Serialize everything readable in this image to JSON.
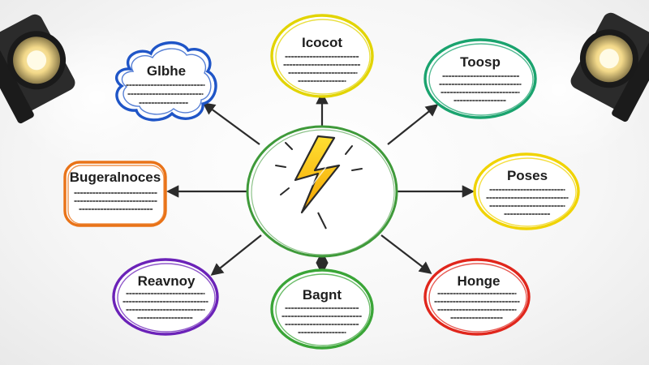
{
  "diagram": {
    "type": "mind-map",
    "center": {
      "icon": "lightning-bolt-icon",
      "border_color": "#3f9a3a"
    },
    "nodes": [
      {
        "id": "top",
        "title": "Icocot",
        "color": "#e2d400"
      },
      {
        "id": "top-left",
        "title": "Glbhe",
        "color": "#1f55c7"
      },
      {
        "id": "top-right",
        "title": "Toosp",
        "color": "#1aa36e"
      },
      {
        "id": "left",
        "title": "Bugeralnoces",
        "color": "#e97318"
      },
      {
        "id": "right",
        "title": "Poses",
        "color": "#f0d300"
      },
      {
        "id": "bottom-left",
        "title": "Reavnoy",
        "color": "#6b22b8"
      },
      {
        "id": "bottom",
        "title": "Bagnt",
        "color": "#3aa537"
      },
      {
        "id": "bottom-right",
        "title": "Honge",
        "color": "#e0261c"
      }
    ],
    "decorations": {
      "spotlights": [
        "spotlight-left-icon",
        "spotlight-right-icon"
      ]
    }
  }
}
